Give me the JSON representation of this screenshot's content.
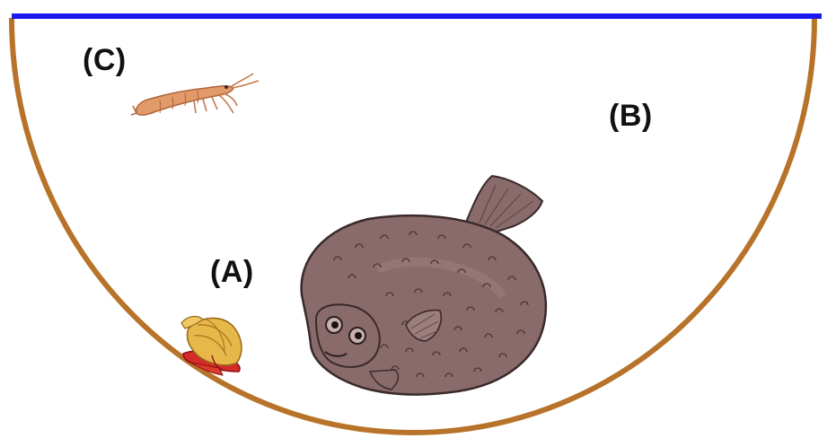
{
  "labels": {
    "a": "(A)",
    "b": "(B)",
    "c": "(C)"
  },
  "colors": {
    "water_surface": "#1a1aee",
    "bowl_outline": "#b8732a",
    "flatfish_body": "#8a6b6b",
    "flatfish_outline": "#3a2a2a",
    "shrimp": "#e39a6a",
    "shell": "#e6b84a",
    "hermit_crab": "#d42a2a"
  },
  "icons": {
    "a": "hermit-crab-icon",
    "b": "flatfish-icon",
    "c": "shrimp-icon"
  }
}
